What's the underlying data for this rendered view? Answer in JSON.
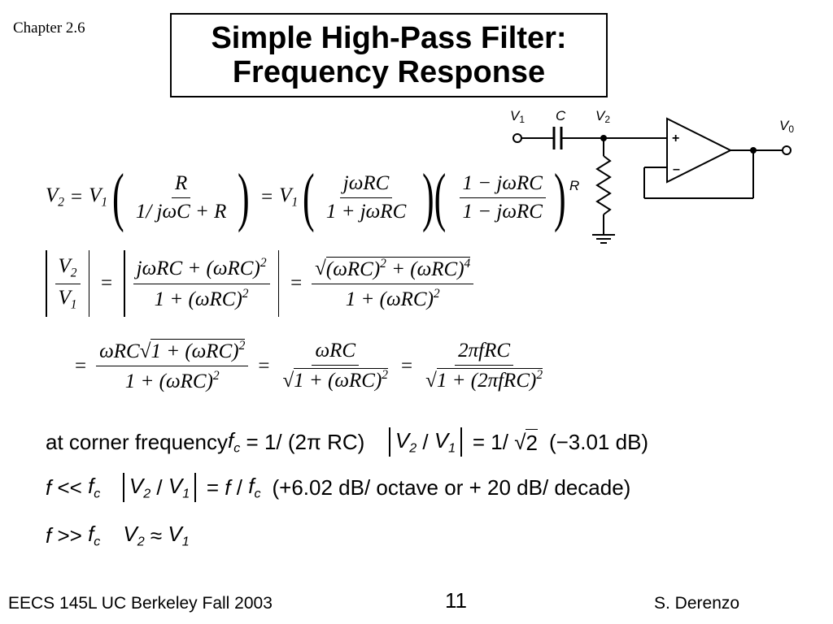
{
  "chapter": "Chapter 2.6",
  "title": {
    "line1": "Simple High-Pass Filter:",
    "line2": "Frequency Response"
  },
  "circuit": {
    "v1": "V",
    "v1_sub": "1",
    "c": "C",
    "v2": "V",
    "v2_sub": "2",
    "r": "R",
    "v0": "V",
    "v0_sub": "0",
    "plus": "+",
    "minus": "–"
  },
  "equations": {
    "eq1": {
      "lhs": "V",
      "lhs_sub": "2",
      "v1": "V",
      "v1_sub": "1",
      "f1_num": "R",
      "f1_den": "1/ jωC + R",
      "f2_num": "jωRC",
      "f2_den": "1 + jωRC",
      "f3_num": "1 − jωRC",
      "f3_den": "1 − jωRC"
    },
    "eq2": {
      "ratio_num": "V",
      "ratio_num_sub": "2",
      "ratio_den": "V",
      "ratio_den_sub": "1",
      "mid_num": "jωRC + (ωRC)",
      "mid_num_sup": "2",
      "mid_den": "1 + (ωRC)",
      "mid_den_sup": "2",
      "r_num_a": "(ωRC)",
      "r_num_a_sup": "2",
      "r_num_plus": " + (ωRC)",
      "r_num_b_sup": "4",
      "r_den": "1 + (ωRC)",
      "r_den_sup": "2"
    },
    "eq3": {
      "a_num_pre": "ωRC",
      "a_num_rad": "1 + (ωRC)",
      "a_num_sup": "2",
      "a_den": "1 + (ωRC)",
      "a_den_sup": "2",
      "b_num": "ωRC",
      "b_den_rad": "1 + (ωRC)",
      "b_den_sup": "2",
      "c_num": "2πfRC",
      "c_den_rad": "1 + (2πfRC)",
      "c_den_sup": "2"
    }
  },
  "lines": {
    "line1": {
      "text": "at corner frequency",
      "f": "f",
      "f_sub": "c",
      "eq": " = 1/ (2π RC)",
      "v2": "V",
      "v2_sub": "2",
      "slash": " / ",
      "v1": "V",
      "v1_sub": "1",
      "rhs": " = 1/ ",
      "rad": "2",
      "db": "(−3.01 dB)"
    },
    "line2": {
      "f": "f",
      "op": " << ",
      "fc": "f",
      "fc_sub": "c",
      "v2": "V",
      "v2_sub": "2",
      "slash": " / ",
      "v1": "V",
      "v1_sub": "1",
      "eq": " = ",
      "rhs_f": "f",
      "rhs_slash": " / ",
      "rhs_fc": "f",
      "rhs_fc_sub": "c",
      "note": "(+6.02 dB/ octave or + 20 dB/ decade)"
    },
    "line3": {
      "f": "f",
      "op": " >> ",
      "fc": "f",
      "fc_sub": "c",
      "v2": "V",
      "v2_sub": "2",
      "approx": " ≈ ",
      "v1": "V",
      "v1_sub": "1"
    }
  },
  "footer": {
    "left": "EECS 145L UC Berkeley Fall 2003",
    "page": "11",
    "right": "S. Derenzo"
  }
}
